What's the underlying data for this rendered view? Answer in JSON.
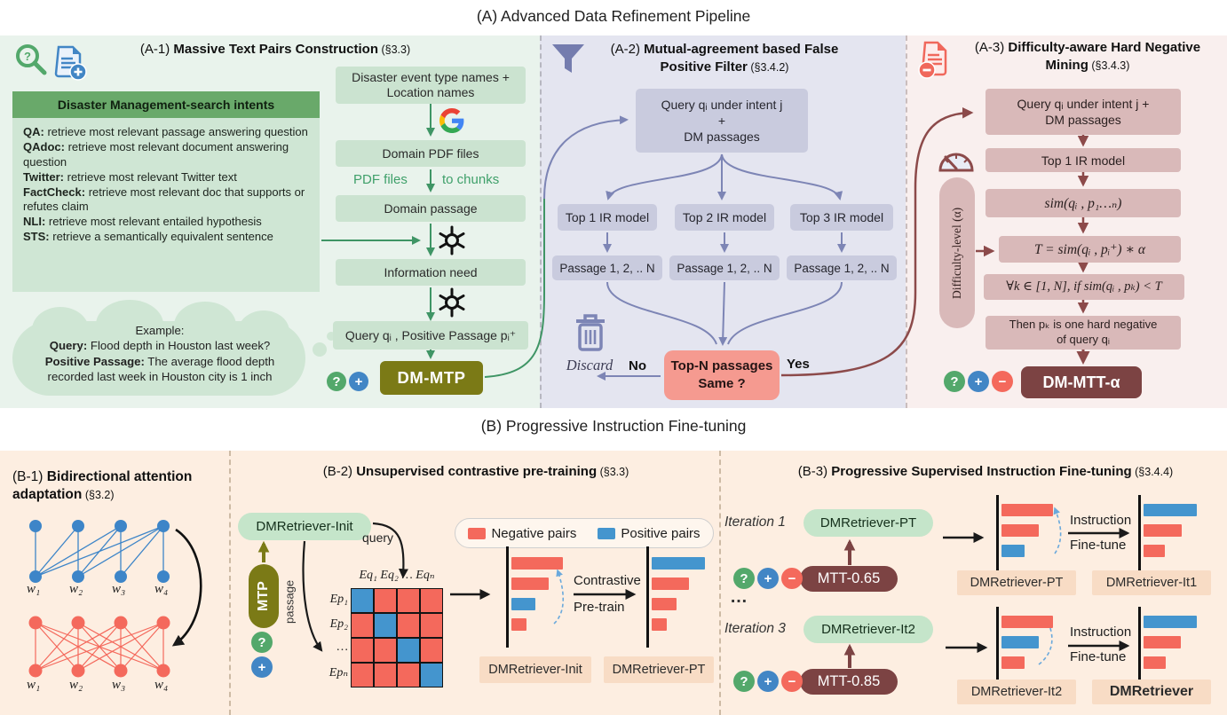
{
  "colors": {
    "bar_red": "#f4695c",
    "bar_blue": "#4495ce",
    "green_accent": "#3f9565",
    "slate": "#7d85b5",
    "maroon": "#8c4a4a",
    "olive": "#7b7a16",
    "dark_maroon": "#7c4343",
    "panel_a1_bg": "#e9f3ec",
    "panel_a2_bg": "#e4e5f0",
    "panel_a3_bg": "#f9efee",
    "panel_b_bg": "#fdeee1",
    "box_green": "#cbe3d0",
    "box_lavender": "#c9cbde",
    "box_rose": "#d9b9b9",
    "decision_salmon": "#f59a90",
    "pill_green": "#c5e5ca",
    "label_peach": "#f8dcc5",
    "header_green": "#69a96a",
    "icon_question_green": "#53a86b",
    "icon_plus_blue": "#4286c5",
    "icon_minus_red": "#f4695c"
  },
  "title_a": "(A) Advanced Data Refinement Pipeline",
  "title_b": "(B) Progressive Instruction Fine-tuning",
  "icon_glyphs": {
    "q": "?",
    "plus": "+",
    "minus": "−"
  },
  "a1": {
    "num": "(A-1) ",
    "title": "Massive Text Pairs Construction",
    "sec": " (§3.3)",
    "intents_header": "Disaster Management-search intents",
    "intents": [
      {
        "k": "QA:",
        "v": "retrieve most relevant passage answering question"
      },
      {
        "k": "QAdoc:",
        "v": "retrieve most relevant document answering question"
      },
      {
        "k": "Twitter:",
        "v": "retrieve most relevant Twitter text"
      },
      {
        "k": "FactCheck:",
        "v": "retrieve most relevant doc that supports or refutes claim"
      },
      {
        "k": "NLI:",
        "v": "retrieve most relevant entailed hypothesis"
      },
      {
        "k": "STS:",
        "v": "retrieve a semantically equivalent sentence"
      }
    ],
    "example_title": "Example:",
    "example_q_k": "Query:",
    "example_q_v": "Flood depth in Houston last week?",
    "example_p_k": "Positive Passage:",
    "example_p_v": "The average flood depth recorded last week in Houston city is 1 inch",
    "flow_box1": "Disaster event type names + Location names",
    "flow_box2": "Domain PDF files",
    "chunks_left": "PDF files",
    "chunks_right": "to chunks",
    "flow_box3": "Domain passage",
    "flow_box4": "Information need",
    "flow_box5": "Query qᵢ , Positive Passage pᵢ⁺",
    "output": "DM-MTP"
  },
  "a2": {
    "num": "(A-2) ",
    "title": "Mutual-agreement based False Positive Filter",
    "sec": " (§3.4.2)",
    "top_l1": "Query qᵢ under intent j",
    "top_l2": "+",
    "top_l3": "DM passages",
    "ir1": "Top 1 IR model",
    "ir2": "Top 2 IR model",
    "ir3": "Top 3 IR model",
    "p1": "Passage 1, 2, .. N",
    "p2": "Passage 1, 2, .. N",
    "p3": "Passage 1, 2, .. N",
    "decision_l1": "Top-N passages",
    "decision_l2": "Same ?",
    "no": "No",
    "yes": "Yes",
    "discard": "Discard"
  },
  "a3": {
    "num": "(A-3) ",
    "title": "Difficulty-aware Hard Negative Mining",
    "sec": " (§3.4.3)",
    "box1_l1": "Query qᵢ under intent j +",
    "box1_l2": "DM passages",
    "box2": "Top 1 IR model",
    "box3": "sim(qᵢ , p₁…ₙ)",
    "box4": "T = sim(qᵢ , pᵢ⁺) ∗ α",
    "box5": "∀k ∈ [1, N], if sim(qᵢ , pₖ) < T",
    "box6_l1": "Then pₖ is one hard negative",
    "box6_l2": "of query qᵢ",
    "difficulty": "Difficulty-level (α)",
    "output": "DM-MTT-α"
  },
  "b1": {
    "num": "(B-1) ",
    "title_l1": "Bidirectional attention",
    "title_l2": "adaptation",
    "sec": " (§3.2)",
    "w": [
      "w₁",
      "w₂",
      "w₃",
      "w₄"
    ]
  },
  "b2": {
    "num": "(B-2) ",
    "title": "Unsupervised contrastive pre-training",
    "sec": " (§3.3)",
    "init": "DMRetriever-Init",
    "mtp": "MTP",
    "query": "query",
    "passage": "passage",
    "cols": "Eq₁ Eq₂ …  Eqₙ",
    "rows": [
      "Ep₁",
      "Ep₂",
      "…",
      "Epₙ"
    ],
    "matrix": [
      [
        "b",
        "r",
        "r",
        "r"
      ],
      [
        "r",
        "b",
        "r",
        "r"
      ],
      [
        "r",
        "r",
        "b",
        "r"
      ],
      [
        "r",
        "r",
        "r",
        "b"
      ]
    ],
    "legend_neg": "Negative pairs",
    "legend_pos": "Positive pairs",
    "ct_l1": "Contrastive",
    "ct_l2": "Pre-train",
    "chart1_label": "DMRetriever-Init",
    "chart2_label": "DMRetriever-PT",
    "chart1_bars": [
      {
        "c": "red",
        "w": 58
      },
      {
        "c": "red",
        "w": 42
      },
      {
        "c": "blue",
        "w": 27
      },
      {
        "c": "red",
        "w": 17
      }
    ],
    "chart2_bars": [
      {
        "c": "blue",
        "w": 60
      },
      {
        "c": "red",
        "w": 42
      },
      {
        "c": "red",
        "w": 28
      },
      {
        "c": "red",
        "w": 17
      }
    ]
  },
  "b3": {
    "num": "(B-3) ",
    "title": "Progressive Supervised Instruction Fine-tuning",
    "sec": " (§3.4.4)",
    "iter1": "Iteration 1",
    "iter3": "Iteration 3",
    "dots": "…",
    "model_r1": "DMRetriever-PT",
    "model_r2": "DMRetriever-It2",
    "mtt1": "MTT-0.65",
    "mtt2": "MTT-0.85",
    "ft_l1": "Instruction",
    "ft_l2": "Fine-tune",
    "r1c1_label": "DMRetriever-PT",
    "r1c2_label": "DMRetriever-It1",
    "r2c1_label": "DMRetriever-It2",
    "r2c2_label": "DMRetriever",
    "r1c1_bars": [
      {
        "c": "red",
        "w": 58
      },
      {
        "c": "red",
        "w": 42
      },
      {
        "c": "blue",
        "w": 26
      }
    ],
    "r1c2_bars": [
      {
        "c": "blue",
        "w": 60
      },
      {
        "c": "red",
        "w": 43
      },
      {
        "c": "red",
        "w": 24
      }
    ],
    "r2c1_bars": [
      {
        "c": "red",
        "w": 58
      },
      {
        "c": "blue",
        "w": 42
      },
      {
        "c": "red",
        "w": 26
      }
    ],
    "r2c2_bars": [
      {
        "c": "blue",
        "w": 60
      },
      {
        "c": "red",
        "w": 42
      },
      {
        "c": "red",
        "w": 25
      }
    ]
  }
}
